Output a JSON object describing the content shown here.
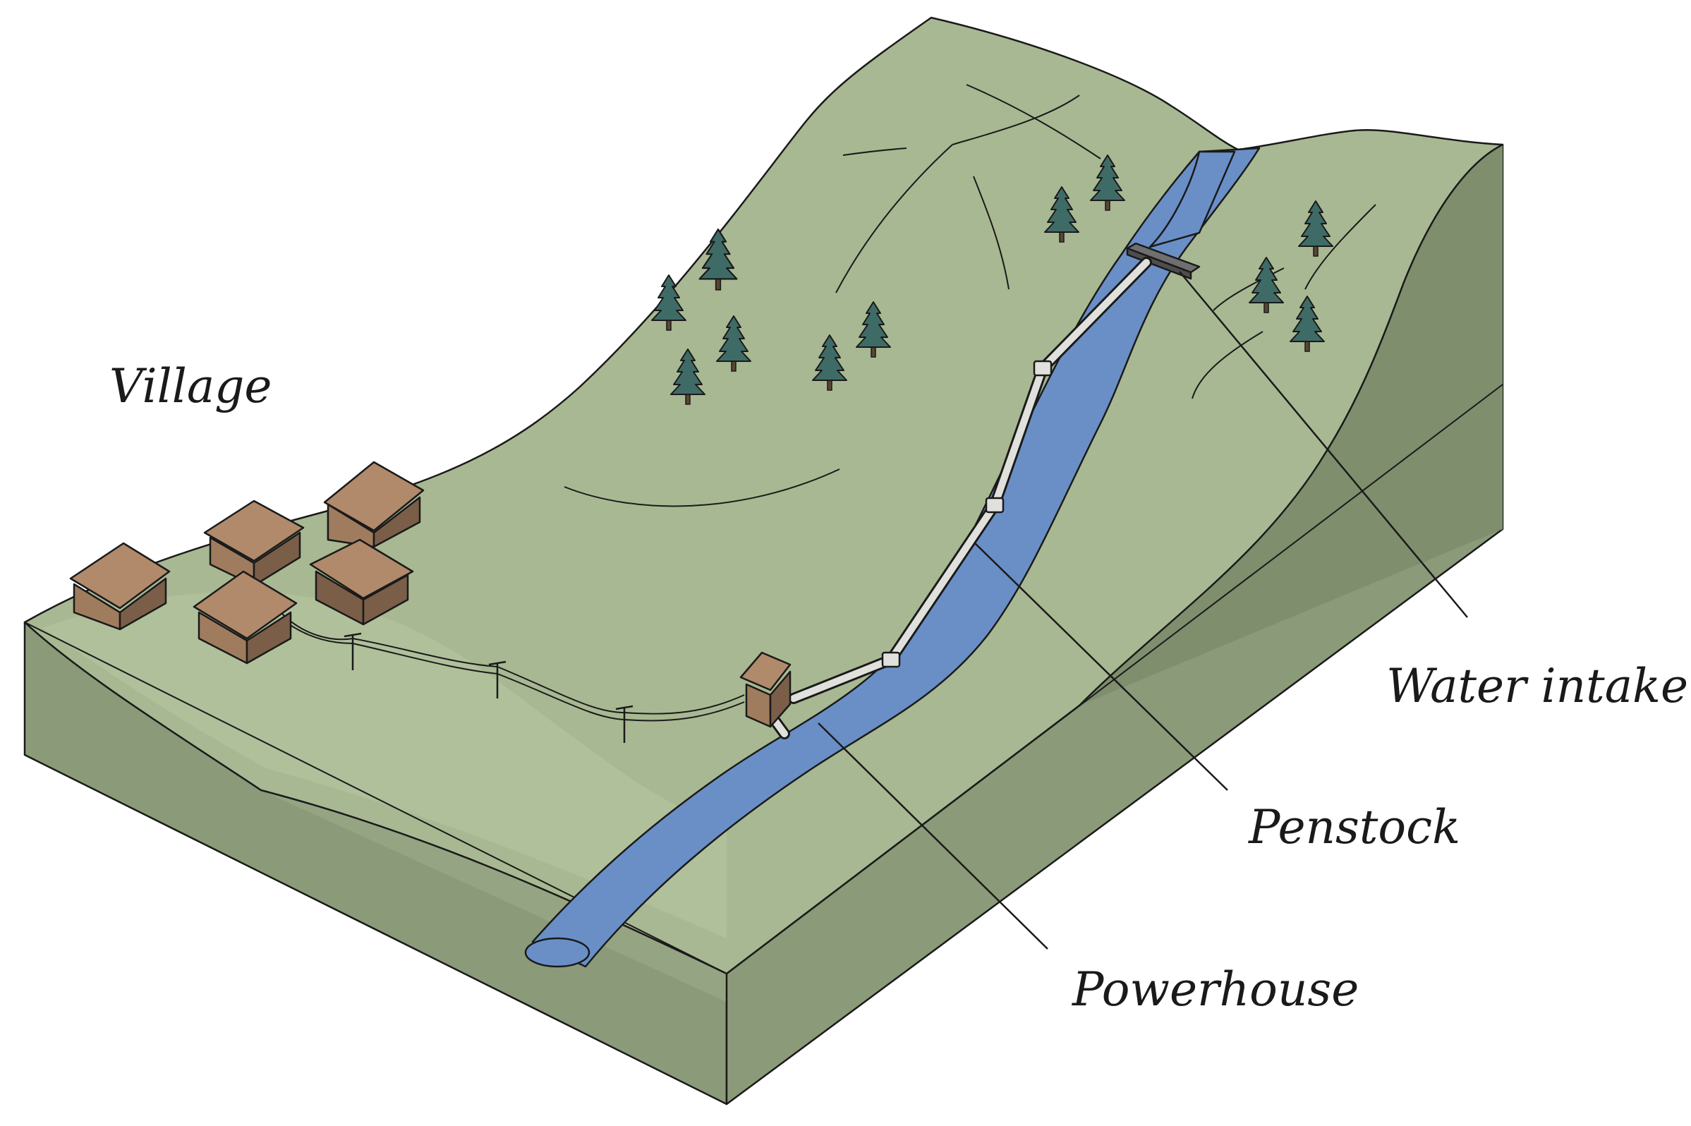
{
  "labels": {
    "village": "Village",
    "water_intake": "Water intake",
    "penstock": "Penstock",
    "powerhouse": "Powerhouse"
  },
  "colors": {
    "ground_top": "#a8b892",
    "ground_top_light": "#b4c3a0",
    "ground_side": "#8b9a78",
    "ground_side_dark": "#7f8e6d",
    "river": "#6a8fc7",
    "tree": "#3f6b66",
    "house_wall": "#a07c5e",
    "house_roof": "#b08a6a",
    "house_dark": "#7a5e48",
    "pipe": "#e0e0dc",
    "outline": "#1a1a1a"
  }
}
